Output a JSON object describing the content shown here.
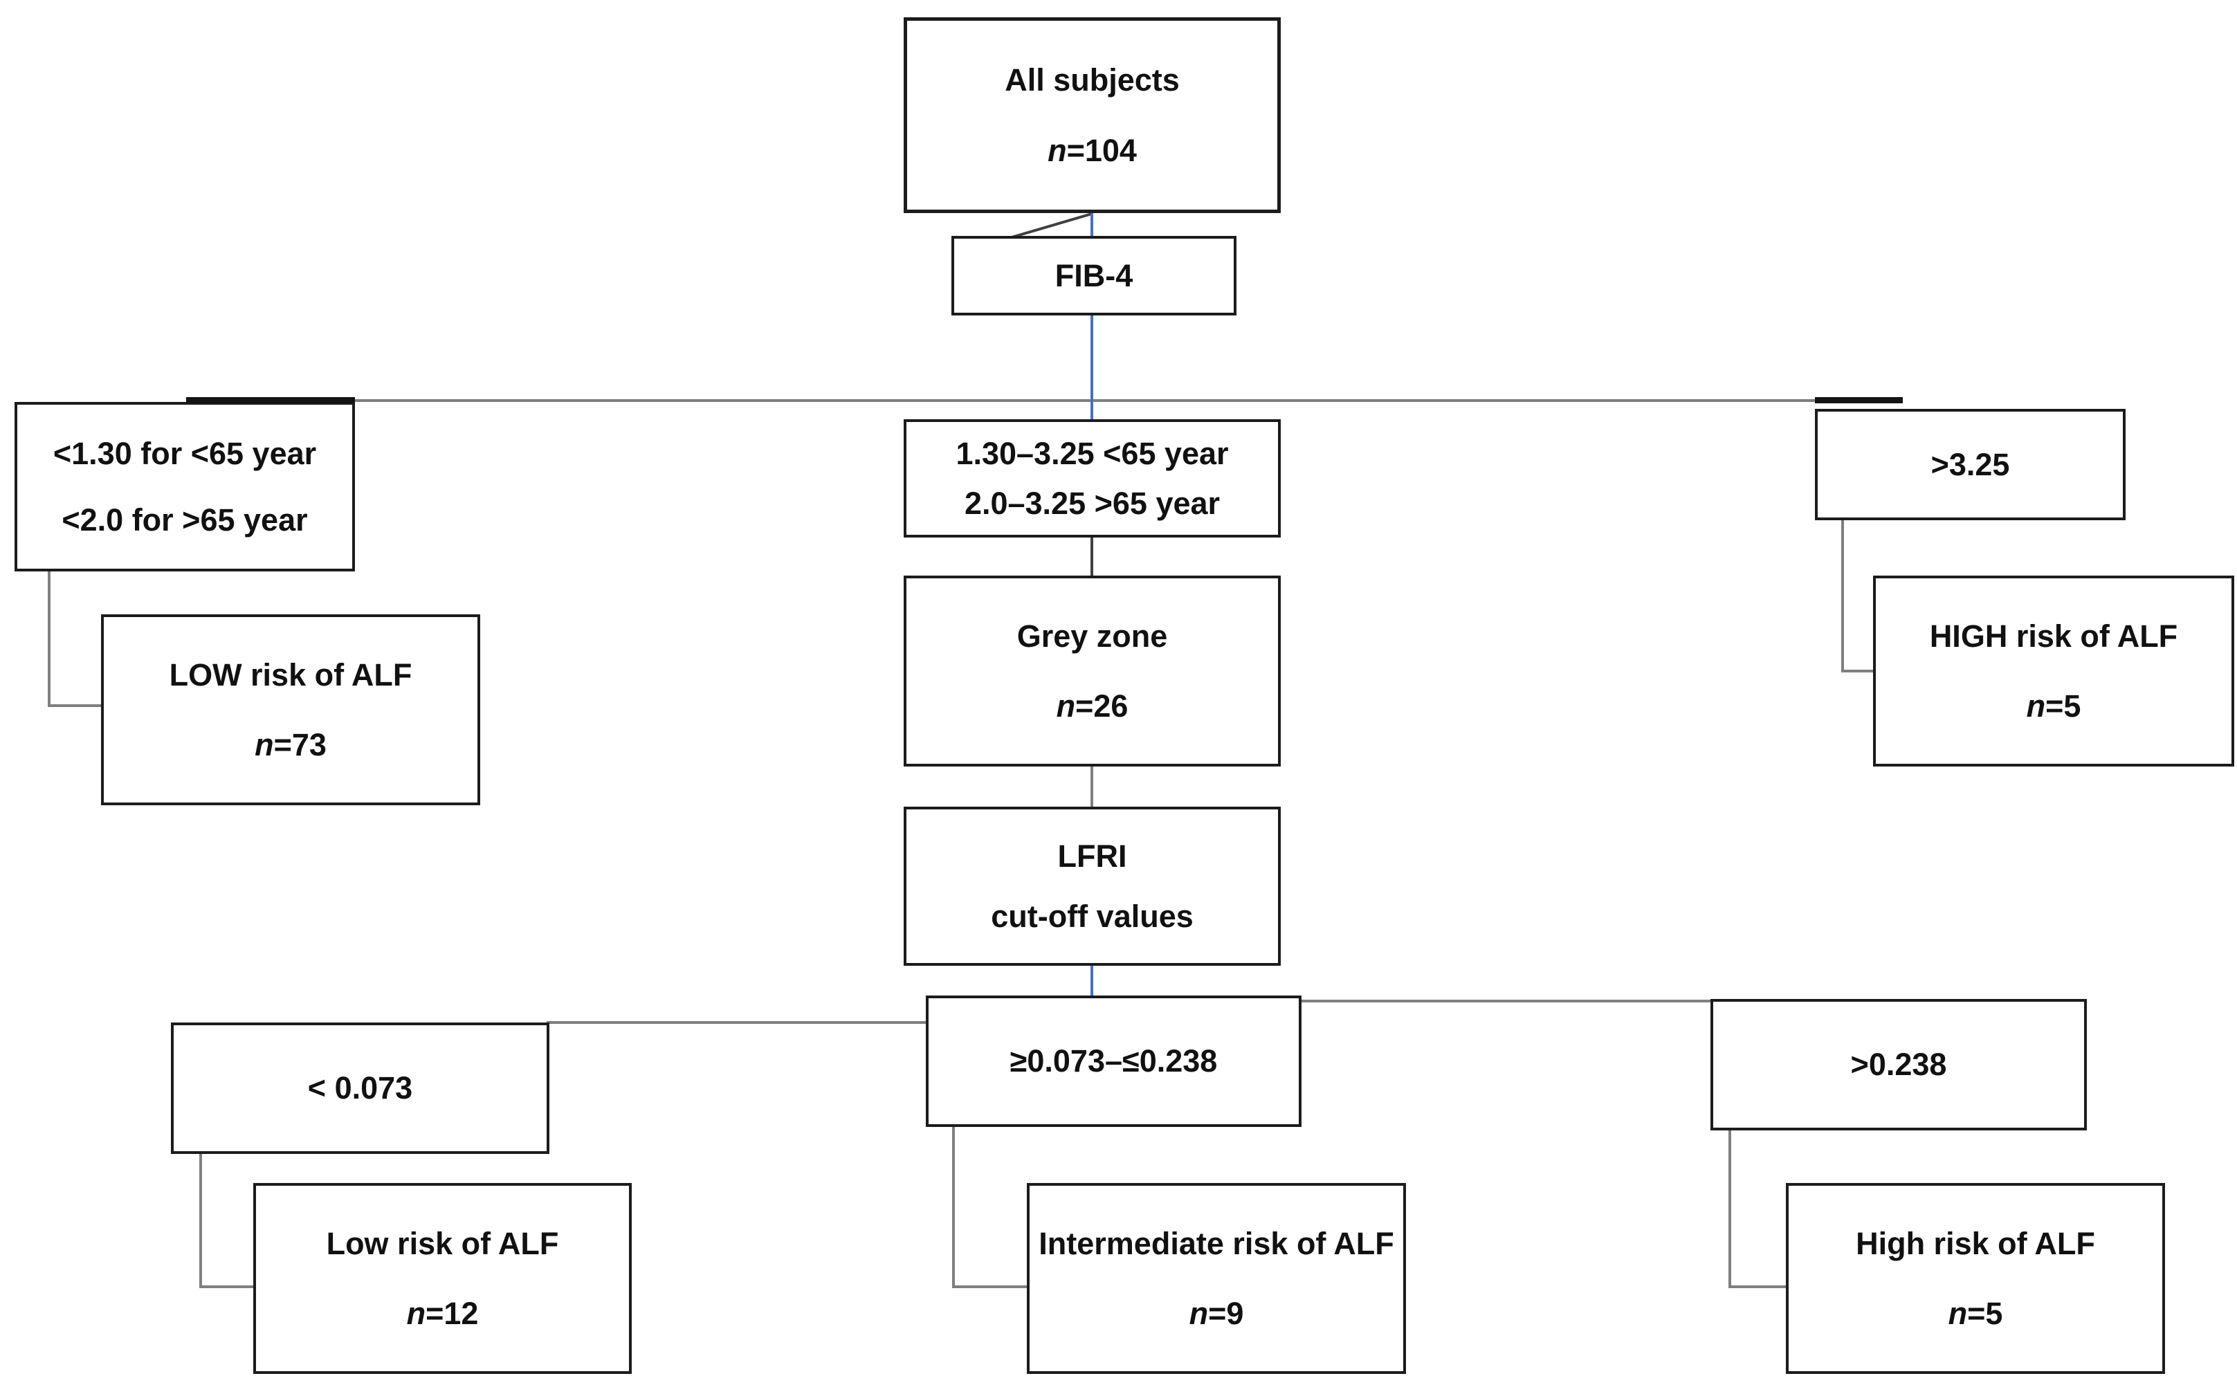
{
  "figure": {
    "description_label": "FIB-4 and LFRI risk stratification flowchart"
  },
  "colors": {
    "connector_blue": "#4472c4",
    "connector_gray": "#7f7f7f",
    "box_border": "#1c1c1c",
    "background": "#ffffff",
    "text": "#111111"
  },
  "nodes": {
    "all_subjects": {
      "line1": "All subjects",
      "n": "n",
      "n_rest": "=104"
    },
    "fib4": {
      "line1": "FIB-4"
    },
    "left_criteria": {
      "line1": "<1.30 for <65 year",
      "line2": "<2.0 for >65 year"
    },
    "mid_criteria": {
      "line1": "1.30–3.25 <65 year",
      "line2": "2.0–3.25 >65 year"
    },
    "right_criteria": {
      "line1": ">3.25"
    },
    "low_risk_fib4": {
      "line1": "LOW risk of ALF",
      "n": "n",
      "n_rest": "=73"
    },
    "grey_zone": {
      "line1": "Grey zone",
      "n": "n",
      "n_rest": "=26"
    },
    "high_risk_fib4": {
      "line1": "HIGH risk of  ALF",
      "n": "n",
      "n_rest": "=5"
    },
    "lfri": {
      "line1": "LFRI",
      "line2": "cut-off values"
    },
    "lt_cutoff": {
      "line1": "< 0.073"
    },
    "mid_cutoff": {
      "line1": "≥0.073–≤0.238"
    },
    "gt_cutoff": {
      "line1": ">0.238"
    },
    "low_risk_lfri": {
      "line1": "Low risk of ALF",
      "n": "n",
      "n_rest": "=12"
    },
    "int_risk_lfri": {
      "line1": "Intermediate risk of ALF",
      "n": "n",
      "n_rest": "=9"
    },
    "high_risk_lfri": {
      "line1": "High risk of ALF",
      "n": "n",
      "n_rest": "=5"
    }
  }
}
